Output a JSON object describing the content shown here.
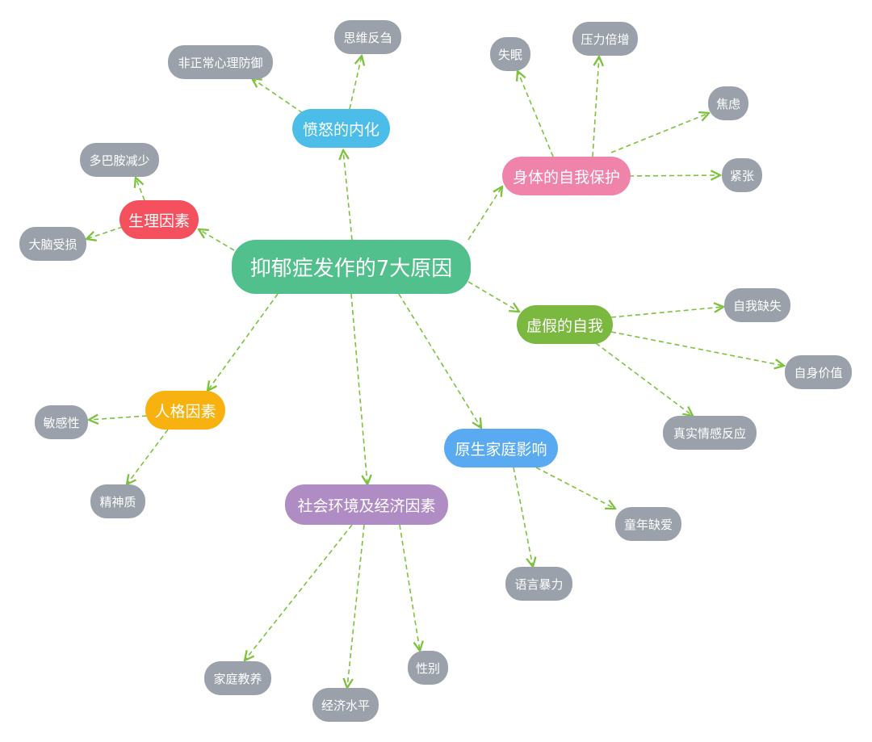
{
  "root": {
    "label": "抑郁症发作的7大原因",
    "color": "#52c08c"
  },
  "branches": {
    "anger": {
      "label": "愤怒的内化",
      "color": "#4cbde8",
      "children": [
        "思维反刍",
        "非正常心理防御"
      ]
    },
    "body": {
      "label": "身体的自我保护",
      "color": "#f083aa",
      "children": [
        "失眠",
        "压力倍增",
        "焦虑",
        "紧张"
      ]
    },
    "physio": {
      "label": "生理因素",
      "color": "#f4505d",
      "children": [
        "多巴胺减少",
        "大脑受损"
      ]
    },
    "false": {
      "label": "虚假的自我",
      "color": "#7ab840",
      "children": [
        "自我缺失",
        "自身价值",
        "真实情感反应"
      ]
    },
    "person": {
      "label": "人格因素",
      "color": "#f8b20f",
      "children": [
        "敏感性",
        "精神质"
      ]
    },
    "family": {
      "label": "原生家庭影响",
      "color": "#5aaaf2",
      "children": [
        "童年缺爱",
        "语言暴力"
      ]
    },
    "social": {
      "label": "社会环境及经济因素",
      "color": "#b08cc4",
      "children": [
        "家庭教养",
        "经济水平",
        "性别"
      ]
    }
  },
  "leaf_color": "#9aa1aa",
  "edge_color": "#7cc23c"
}
